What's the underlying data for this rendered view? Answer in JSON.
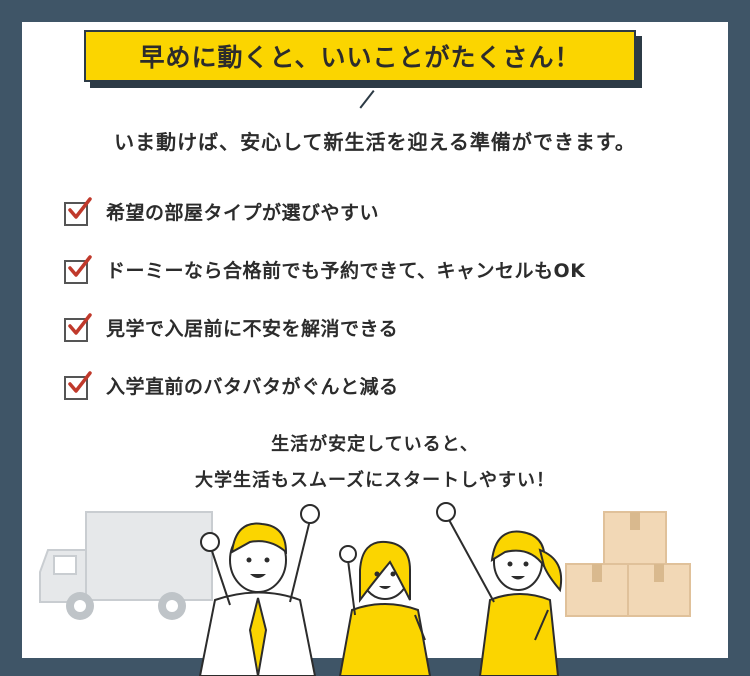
{
  "header": {
    "title": "早めに動くと、いいことがたくさん！"
  },
  "intro": "いま動けば、安心して新生活を迎える準備ができます。",
  "checklist": [
    {
      "label": "希望の部屋タイプが選びやすい"
    },
    {
      "label": "ドーミーなら合格前でも予約できて、キャンセルもOK"
    },
    {
      "label": "見学で入居前に不安を解消できる"
    },
    {
      "label": "入学直前のバタバタがぐんと減る"
    }
  ],
  "closing": {
    "line1": "生活が安定していると、",
    "line2": "大学生活もスムーズにスタートしやすい！"
  },
  "colors": {
    "background": "#3f5567",
    "accent": "#fbd500",
    "highlight": "#fbe79a",
    "check": "#c0392b"
  },
  "illustration": {
    "icons": [
      "truck-icon",
      "student-icon",
      "boxes-icon"
    ]
  }
}
